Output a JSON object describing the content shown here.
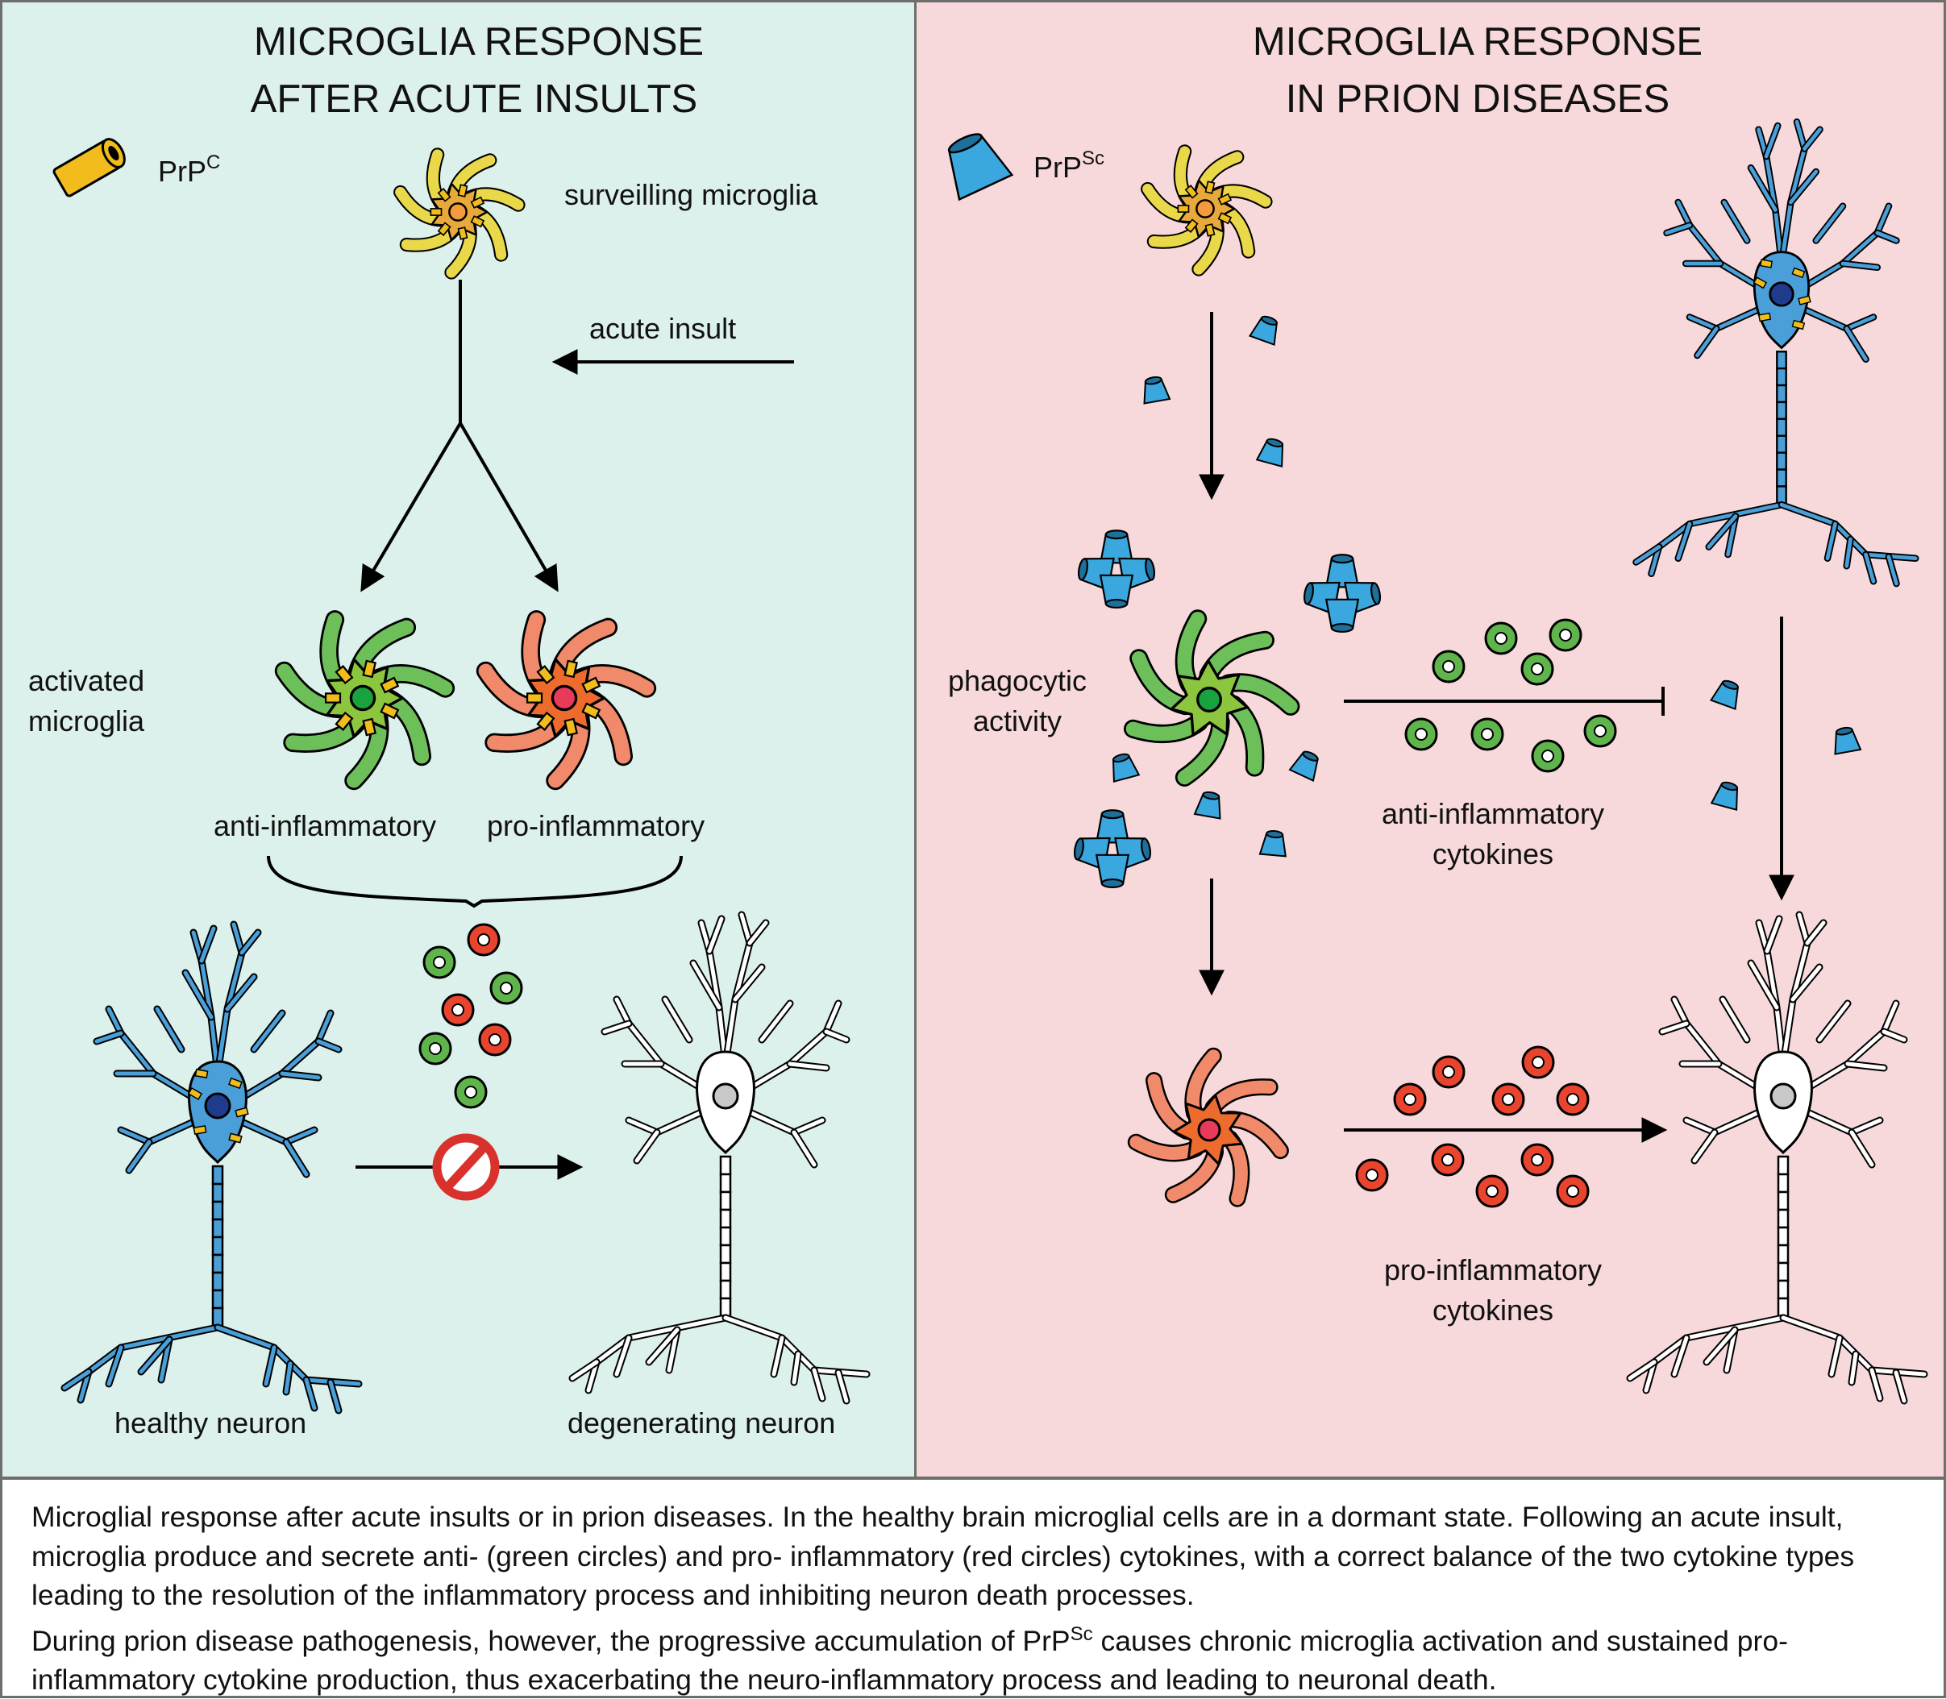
{
  "left_panel": {
    "title_line1": "MICROGLIA RESPONSE",
    "title_line2": "AFTER ACUTE INSULTS",
    "legend_label": "PrP",
    "legend_sup": "C",
    "surveilling": "surveilling microglia",
    "acute_insult": "acute insult",
    "activated_line1": "activated",
    "activated_line2": "microglia",
    "anti": "anti-inflammatory",
    "pro": "pro-inflammatory",
    "healthy": "healthy neuron",
    "degenerating": "degenerating neuron"
  },
  "right_panel": {
    "title_line1": "MICROGLIA RESPONSE",
    "title_line2": "IN PRION DISEASES",
    "legend_label": "PrP",
    "legend_sup": "Sc",
    "phago_line1": "phagocytic",
    "phago_line2": "activity",
    "anti_line1": "anti-inflammatory",
    "anti_line2": "cytokines",
    "pro_line1": "pro-inflammatory",
    "pro_line2": "cytokines"
  },
  "caption": {
    "p1": "Microglial response after acute insults or in prion diseases. In the healthy brain microglial cells are in a dormant state. Following an acute insult, microglia produce and secrete anti- (green circles) and pro- inflammatory (red circles) cytokines, with a correct balance of the two cytokine types leading to the resolution of the inflammatory process and inhibiting neuron death processes.",
    "p2_before": "During prion disease pathogenesis, however, the progressive accumulation of PrP",
    "p2_sup": "Sc",
    "p2_after": " causes chronic microglia activation and sustained pro-inflammatory cytokine production, thus exacerbating the neuro-inflammatory process and leading to neuronal death."
  },
  "colors": {
    "left_bg": "#dcf0ec",
    "right_bg": "#f7d9db",
    "prpc": "#f2bd1c",
    "prpsc": "#3aa8df",
    "neuron_healthy": "#4a9fd8",
    "anti_green": "#5fb54b",
    "pro_red": "#e8442e"
  }
}
